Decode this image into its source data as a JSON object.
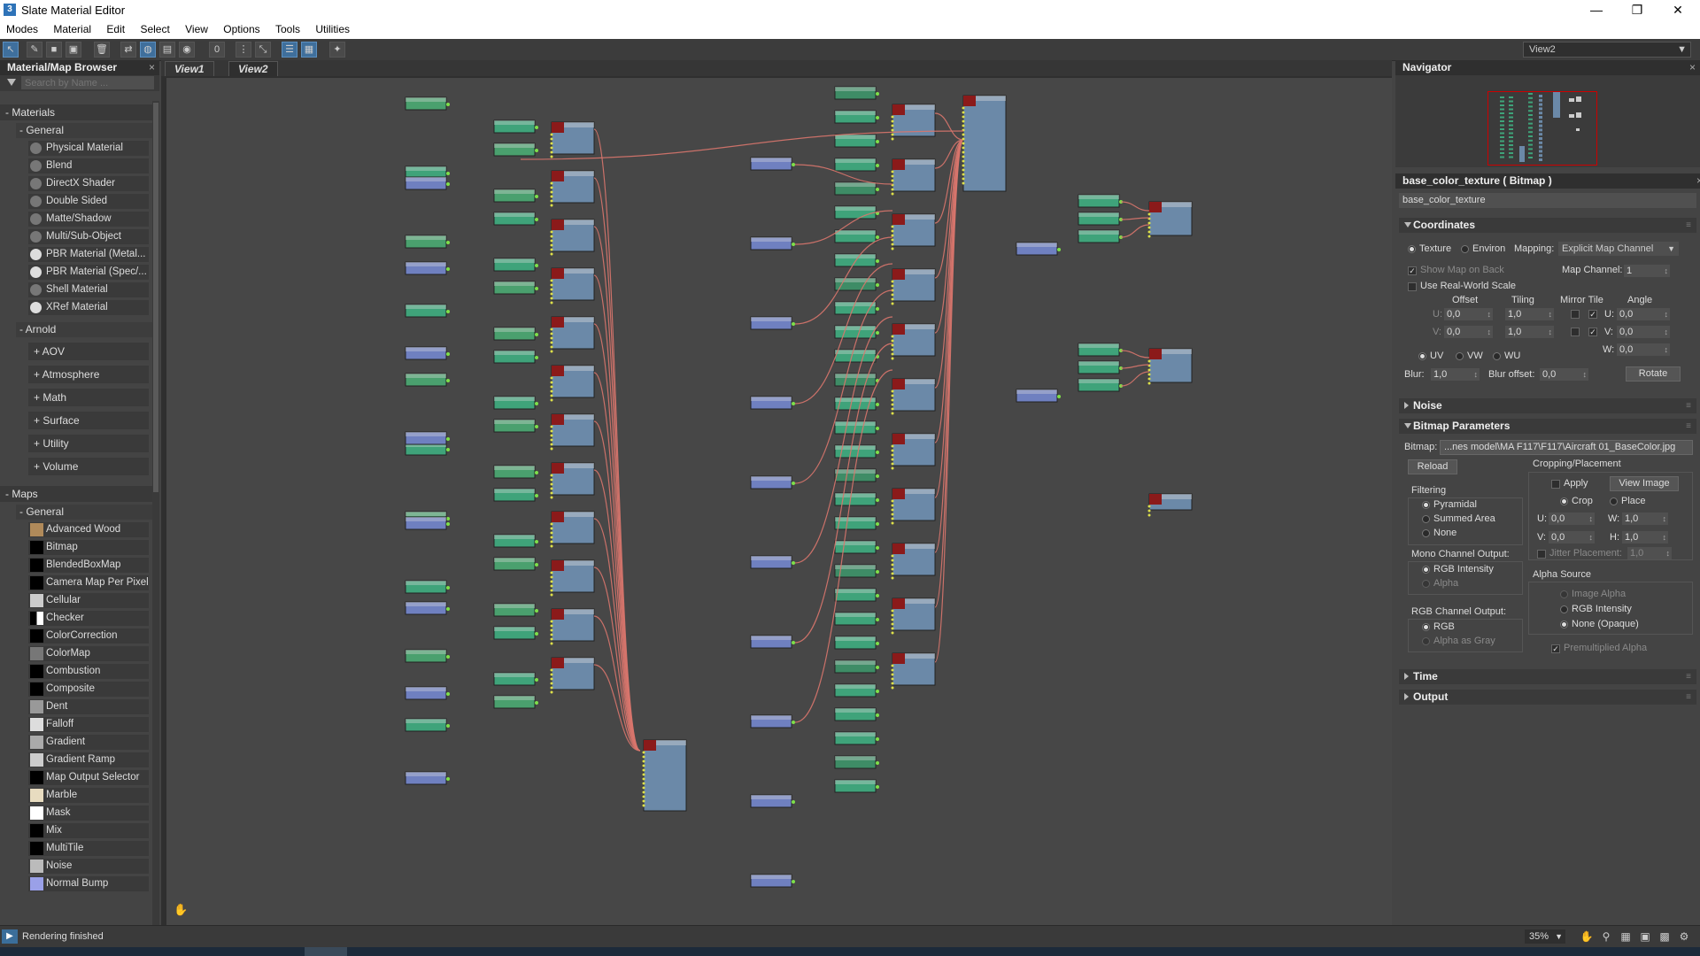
{
  "window": {
    "title": "Slate Material Editor",
    "icon": "3ds-max-icon"
  },
  "menu": [
    "Modes",
    "Material",
    "Edit",
    "Select",
    "View",
    "Options",
    "Tools",
    "Utilities"
  ],
  "toolbar": {
    "view_select": "View2"
  },
  "browser": {
    "title": "Material/Map Browser",
    "search_placeholder": "Search by Name ...",
    "materials_label": "- Materials",
    "general_label": "- General",
    "materials": [
      "Physical Material",
      "Blend",
      "DirectX Shader",
      "Double Sided",
      "Matte/Shadow",
      "Multi/Sub-Object",
      "PBR Material (Metal...",
      "PBR Material (Spec/...",
      "Shell Material",
      "XRef Material"
    ],
    "arnold_label": "- Arnold",
    "arnold_groups": [
      "+ AOV",
      "+ Atmosphere",
      "+ Math",
      "+ Surface",
      "+ Utility",
      "+ Volume"
    ],
    "maps_label": "- Maps",
    "maps_general_label": "- General",
    "maps": [
      "Advanced Wood",
      "Bitmap",
      "BlendedBoxMap",
      "Camera Map Per Pixel",
      "Cellular",
      "Checker",
      "ColorCorrection",
      "ColorMap",
      "Combustion",
      "Composite",
      "Dent",
      "Falloff",
      "Gradient",
      "Gradient Ramp",
      "Map Output Selector",
      "Marble",
      "Mask",
      "Mix",
      "MultiTile",
      "Noise",
      "Normal Bump"
    ]
  },
  "views": {
    "tab1": "View1",
    "tab2": "View2"
  },
  "navigator": {
    "title": "Navigator"
  },
  "properties": {
    "header": "base_color_texture  ( Bitmap )",
    "name": "base_color_texture",
    "coordinates": {
      "label": "Coordinates",
      "texture": "Texture",
      "environ": "Environ",
      "mapping_label": "Mapping:",
      "mapping_value": "Explicit Map Channel",
      "show_map_on_back": "Show Map on Back",
      "map_channel_label": "Map Channel:",
      "map_channel": "1",
      "real_world": "Use Real-World Scale",
      "offset": "Offset",
      "tiling": "Tiling",
      "mirror_tile": "Mirror Tile",
      "angle": "Angle",
      "u": "U:",
      "v": "V:",
      "w": "W:",
      "u_offset": "0,0",
      "v_offset": "0,0",
      "u_tiling": "1,0",
      "v_tiling": "1,0",
      "u_angle": "0,0",
      "v_angle": "0,0",
      "w_angle": "0,0",
      "uv": "UV",
      "vw": "VW",
      "wu": "WU",
      "blur_label": "Blur:",
      "blur": "1,0",
      "blur_offset_label": "Blur offset:",
      "blur_offset": "0,0",
      "rotate": "Rotate"
    },
    "noise": "Noise",
    "bitmap_params": {
      "label": "Bitmap Parameters",
      "bitmap_label": "Bitmap:",
      "bitmap_path": "...nes model\\MA F117\\F117\\Aircraft 01_BaseColor.jpg",
      "reload": "Reload",
      "cropping": "Cropping/Placement",
      "apply": "Apply",
      "view_image": "View Image",
      "crop": "Crop",
      "place": "Place",
      "filtering": "Filtering",
      "pyramidal": "Pyramidal",
      "summed_area": "Summed Area",
      "none": "None",
      "u": "U:",
      "v": "V:",
      "w": "W:",
      "h": "H:",
      "crop_u": "0,0",
      "crop_v": "0,0",
      "crop_w": "1,0",
      "crop_h": "1,0",
      "jitter": "Jitter Placement:",
      "jitter_val": "1,0",
      "mono_output": "Mono Channel Output:",
      "rgb_intensity": "RGB Intensity",
      "alpha": "Alpha",
      "alpha_source": "Alpha Source",
      "image_alpha": "Image Alpha",
      "rgb_intensity2": "RGB Intensity",
      "none_opaque": "None (Opaque)",
      "rgb_output": "RGB Channel Output:",
      "rgb": "RGB",
      "alpha_as_gray": "Alpha as Gray",
      "premultiplied": "Premultiplied Alpha"
    },
    "time": "Time",
    "output": "Output"
  },
  "status": {
    "text": "Rendering finished",
    "zoom": "35%"
  },
  "colors": {
    "node_green": "#3fa37a",
    "node_blue": "#5a7fa8",
    "node_red": "#8b1a1a",
    "wire": "#d9756d",
    "bg": "#474747"
  }
}
